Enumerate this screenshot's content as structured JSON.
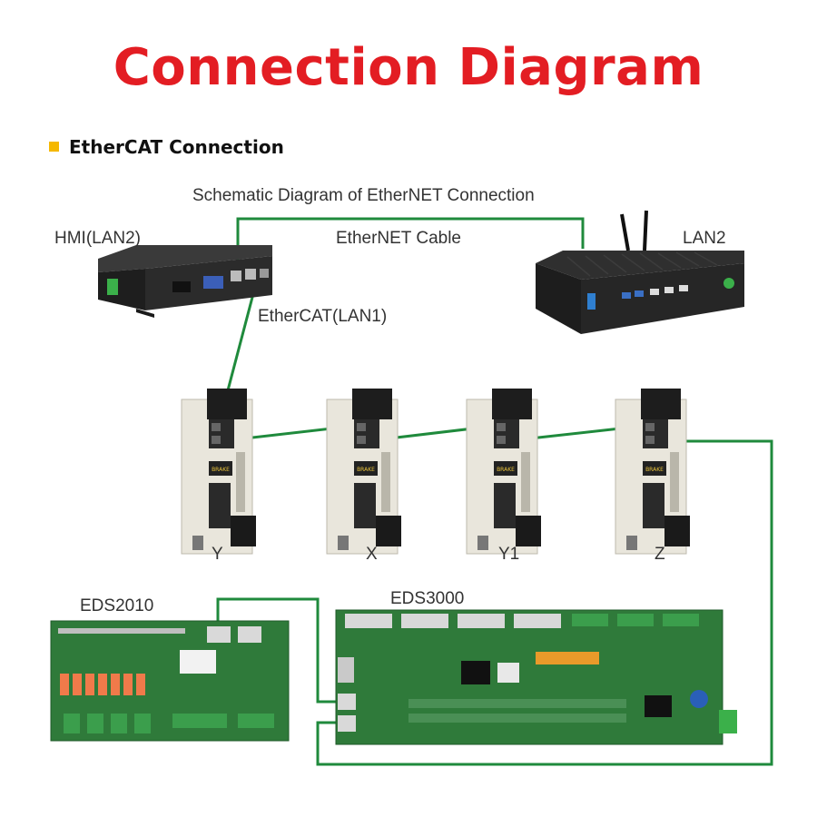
{
  "title": "Connection Diagram",
  "section": {
    "heading": "EtherCAT Connection"
  },
  "labels": {
    "schematic_title": "Schematic Diagram of EtherNET Connection",
    "hmi": "HMI(LAN2)",
    "ethernet_cable": "EtherNET Cable",
    "lan2": "LAN2",
    "ethercat_lan1": "EtherCAT(LAN1)",
    "drive_y": "Y",
    "drive_x": "X",
    "drive_y1": "Y1",
    "drive_z": "Z",
    "eds2010": "EDS2010",
    "eds3000": "EDS3000"
  },
  "colors": {
    "title": "#e31d23",
    "bullet": "#f5b800",
    "cable": "#1f8a3c",
    "text": "#333333",
    "device_dark": "#2a2a2a",
    "drive_body": "#e9e6dc",
    "pcb_green": "#2f7a3a"
  },
  "icons": [
    "hmi-box-pc-icon",
    "fanless-pc-icon",
    "servo-drive-icon",
    "io-board-icon",
    "controller-board-icon"
  ]
}
